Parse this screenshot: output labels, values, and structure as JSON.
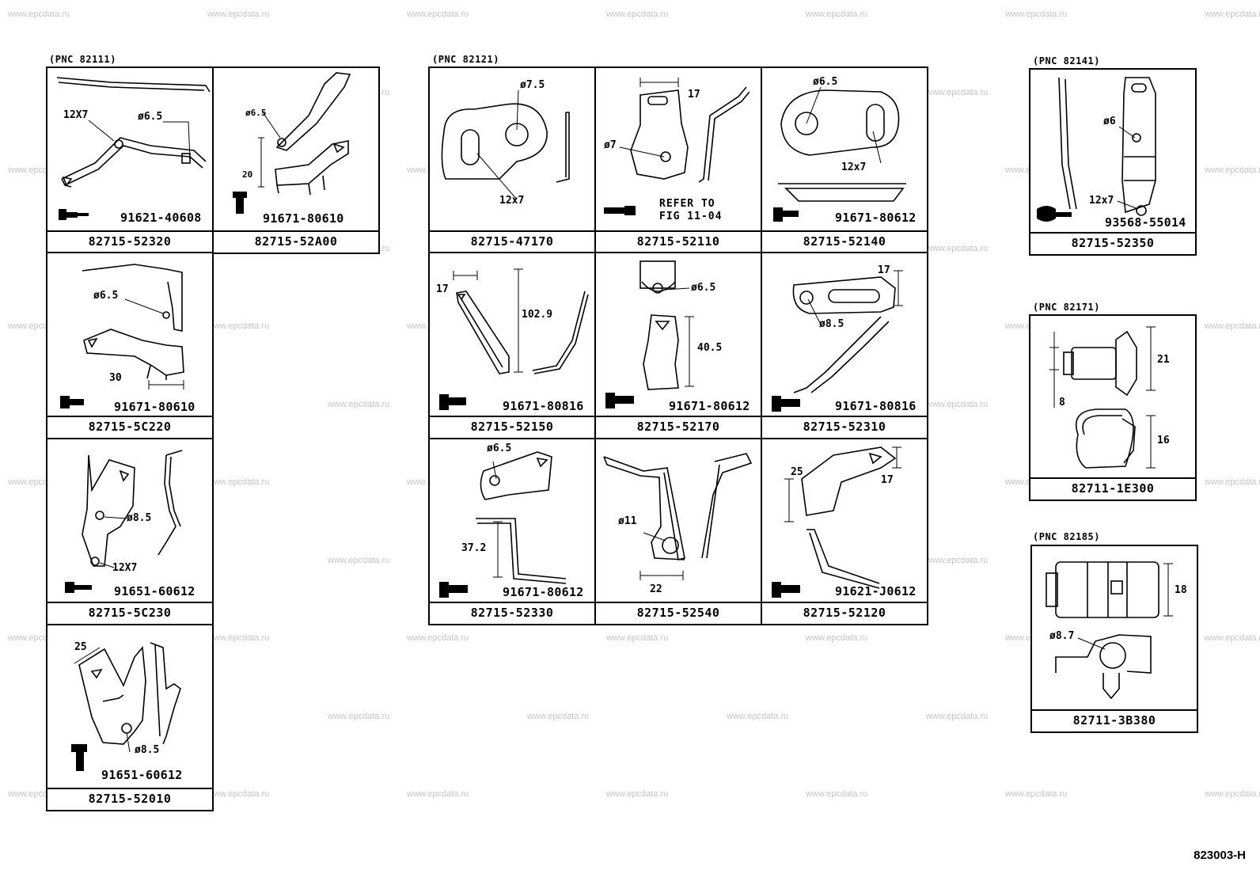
{
  "watermark": "www.epcdata.ru",
  "groups": {
    "g82111": "(PNC 82111)",
    "g82121": "(PNC 82121)",
    "g82141": "(PNC 82141)",
    "g82171": "(PNC 82171)",
    "g82185": "(PNC 82185)"
  },
  "cells": {
    "c1": {
      "part": "82715-52320",
      "bolt": "91621-40608",
      "dims": [
        "12X7",
        "ø6.5"
      ]
    },
    "c2": {
      "part": "82715-52A00",
      "bolt": "91671-80610",
      "dims": [
        "ø6.5",
        "20"
      ]
    },
    "c3": {
      "part": "82715-5C220",
      "bolt": "91671-80610",
      "dims": [
        "ø6.5",
        "30"
      ]
    },
    "c4": {
      "part": "82715-5C230",
      "bolt": "91651-60612",
      "dims": [
        "ø8.5",
        "12X7"
      ]
    },
    "c5": {
      "part": "82715-52010",
      "bolt": "91651-60612",
      "dims": [
        "25",
        "ø8.5"
      ]
    },
    "c6": {
      "part": "82715-47170",
      "dims": [
        "ø7.5",
        "12x7"
      ]
    },
    "c7": {
      "part": "82715-52110",
      "dims": [
        "17",
        "ø7"
      ],
      "refer": [
        "REFER TO",
        "FIG 11-04"
      ]
    },
    "c8": {
      "part": "82715-52140",
      "bolt": "91671-80612",
      "dims": [
        "ø6.5",
        "12x7"
      ]
    },
    "c9": {
      "part": "82715-52150",
      "bolt": "91671-80816",
      "dims": [
        "17",
        "102.9"
      ]
    },
    "c10": {
      "part": "82715-52170",
      "bolt": "91671-80612",
      "dims": [
        "ø6.5",
        "40.5"
      ]
    },
    "c11": {
      "part": "82715-52310",
      "bolt": "91671-80816",
      "dims": [
        "17",
        "ø8.5"
      ]
    },
    "c12": {
      "part": "82715-52330",
      "bolt": "91671-80612",
      "dims": [
        "ø6.5",
        "37.2"
      ]
    },
    "c13": {
      "part": "82715-52540",
      "dims": [
        "ø11",
        "22"
      ]
    },
    "c14": {
      "part": "82715-52120",
      "bolt": "91621-J0612",
      "dims": [
        "25",
        "17"
      ]
    },
    "c15": {
      "part": "82715-52350",
      "bolt": "93568-55014",
      "dims": [
        "ø6",
        "12x7"
      ]
    },
    "c16": {
      "part": "82711-1E300",
      "dims": [
        "21",
        "8",
        "16"
      ]
    },
    "c17": {
      "part": "82711-3B380",
      "dims": [
        "18",
        "ø8.7"
      ]
    }
  },
  "figure_code": "823003-H"
}
